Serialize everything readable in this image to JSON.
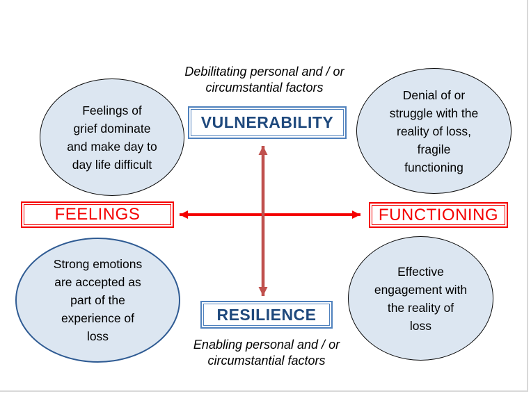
{
  "diagram": {
    "top_caption": "Debilitating personal and / or\ncircumstantial factors",
    "bottom_caption": "Enabling personal and / or\ncircumstantial factors",
    "axis_labels": {
      "top": "VULNERABILITY",
      "bottom": "RESILIENCE",
      "left": "FEELINGS",
      "right": "FUNCTIONING"
    },
    "ellipses": {
      "top_left": "Feelings of\ngrief dominate\nand make day to\nday life difficult",
      "top_right": "Denial of or\nstruggle with the\nreality of loss,\nfragile\nfunctioning",
      "bottom_left": "Strong emotions\nare accepted as\npart of the\nexperience of\nloss",
      "bottom_right": "Effective\nengagement with\nthe reality of\nloss"
    },
    "colors": {
      "blue_box_border": "#4F81BD",
      "blue_text": "#1F497D",
      "red": "#F40000",
      "vertical_arrow": "#C0504D",
      "ellipse_fill": "#DCE6F1",
      "ellipse_border_dark": "#0B0B0B",
      "ellipse_border_blue": "#2F5B93",
      "page_edge": "#D9D9D9"
    }
  }
}
